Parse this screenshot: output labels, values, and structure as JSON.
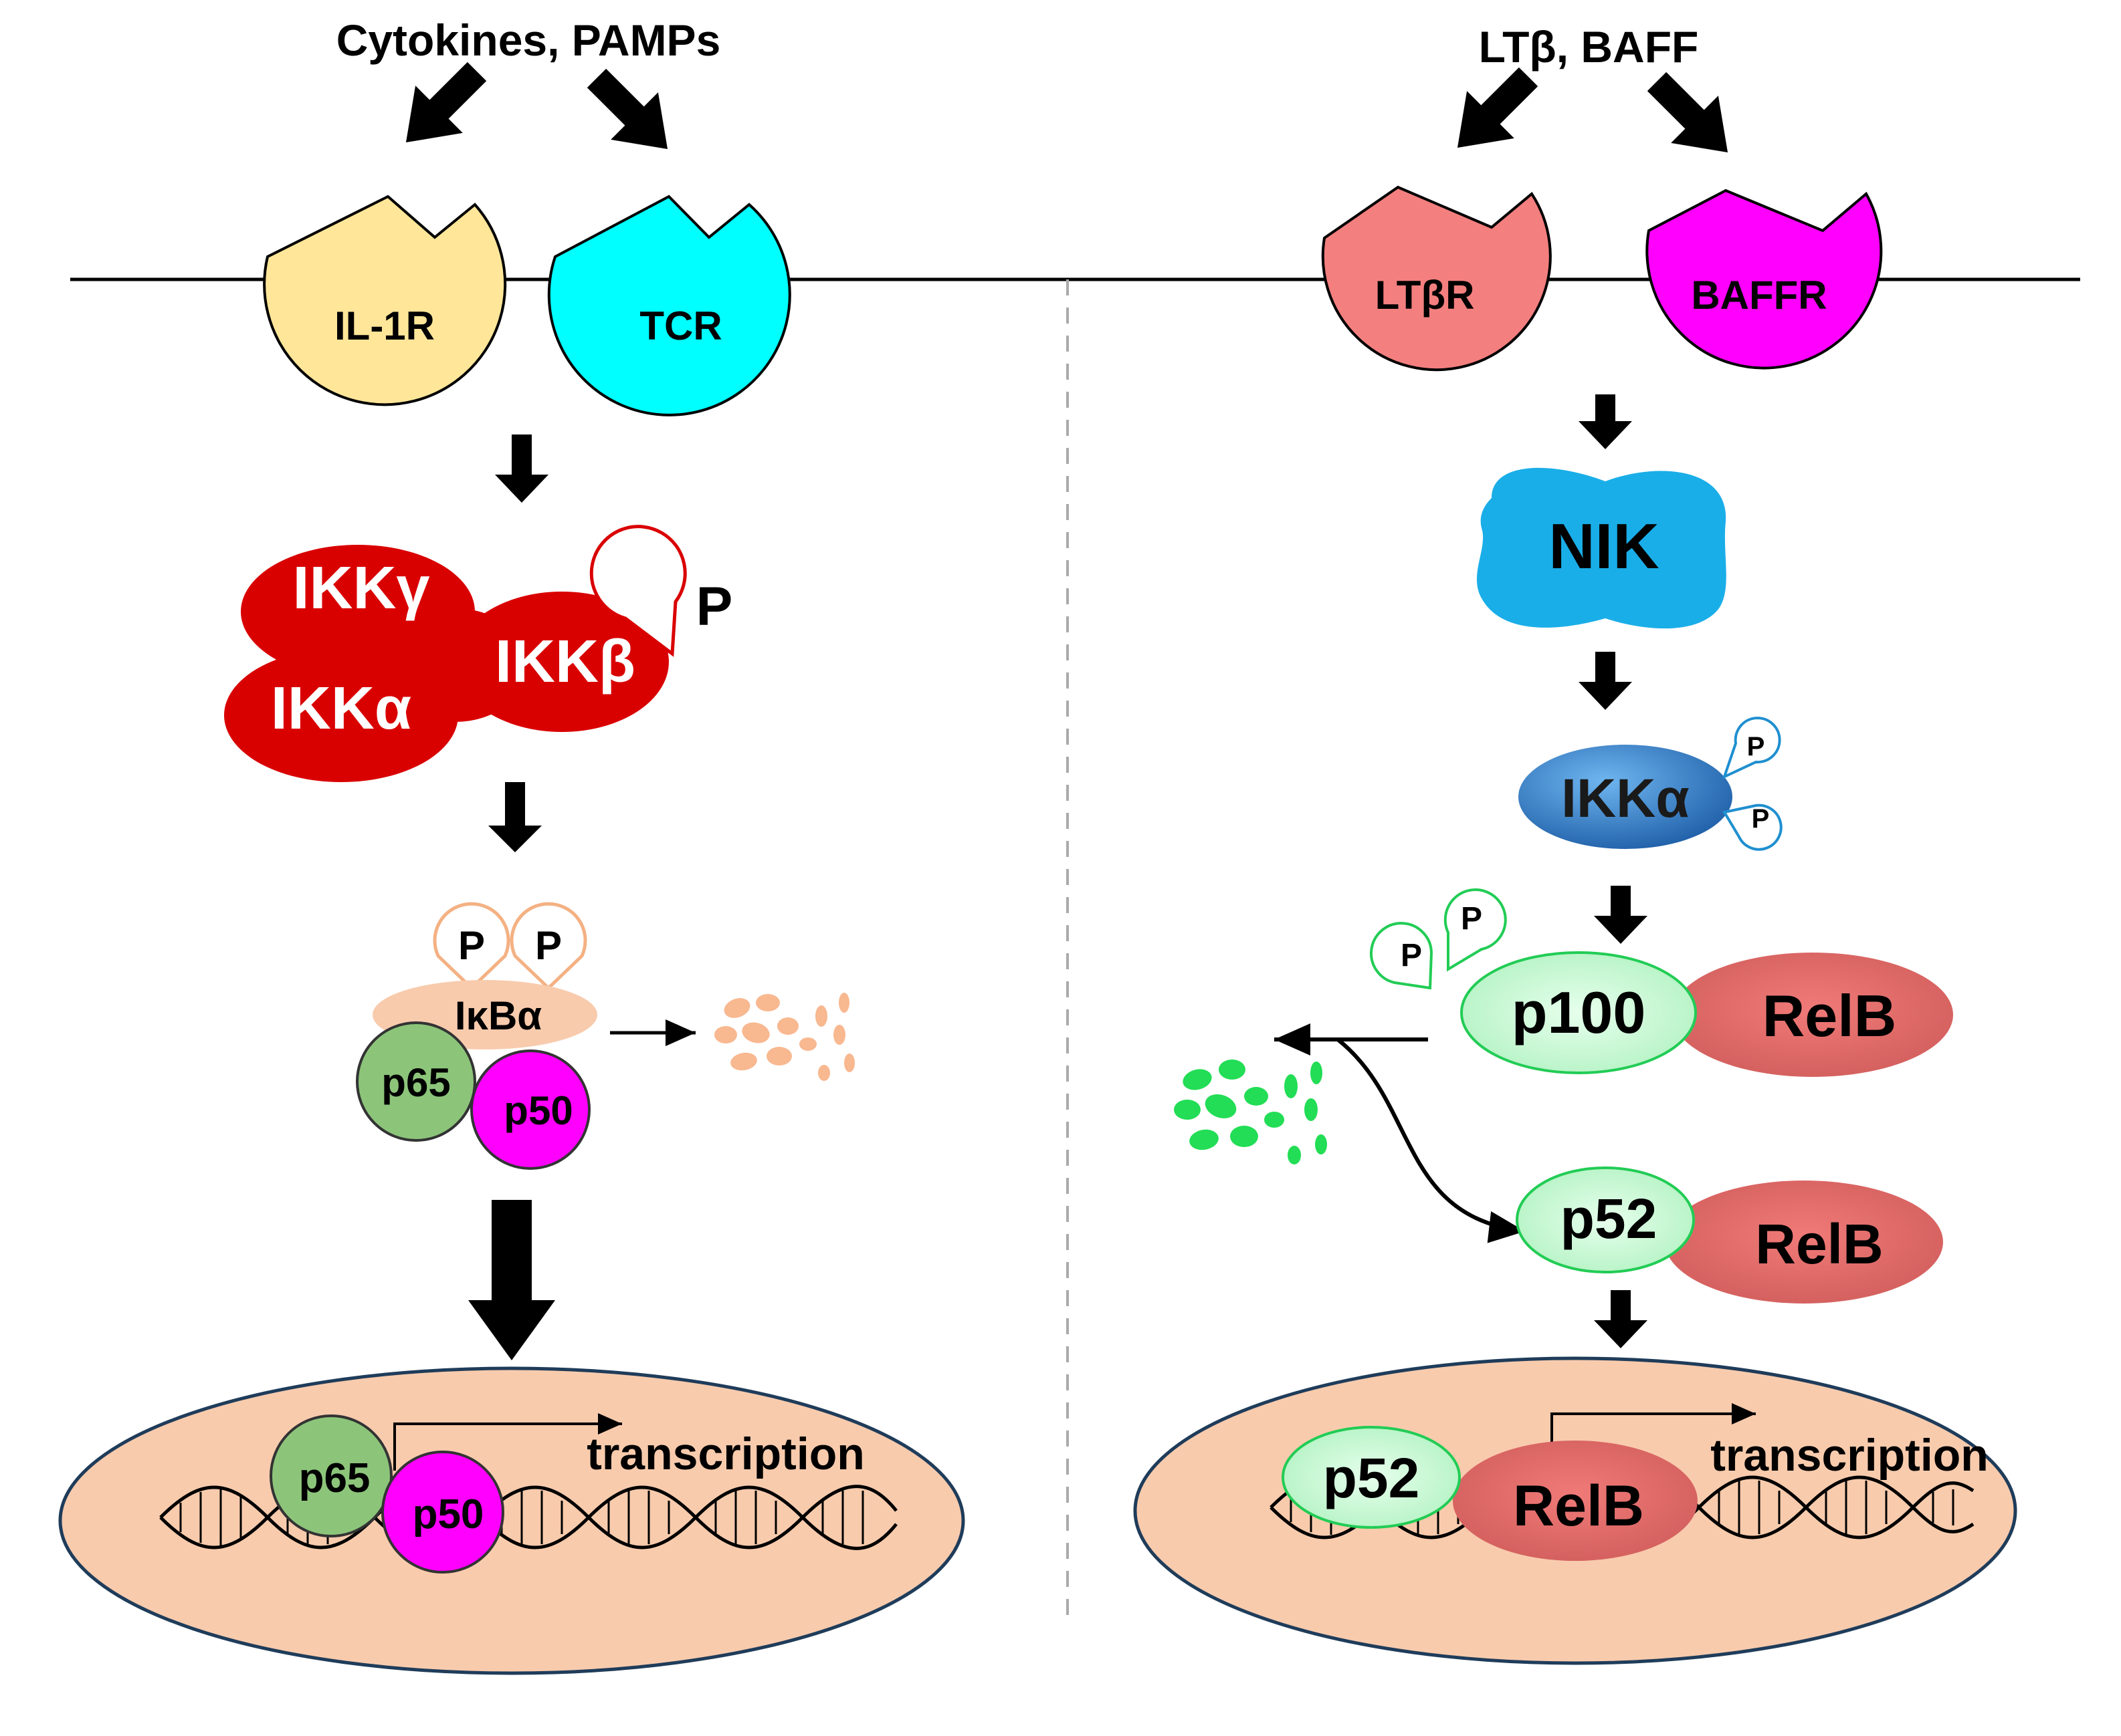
{
  "left_pathway": {
    "stimulus_label": "Cytokines, PAMPs",
    "receptors": [
      {
        "label": "IL-1R",
        "color": "#FFE699"
      },
      {
        "label": "TCR",
        "color": "#00FFFF"
      }
    ],
    "ikk_complex": {
      "gamma": "IKKγ",
      "alpha": "IKKα",
      "beta": "IKKβ",
      "phospho": "P",
      "color": "#D90000"
    },
    "inhibitor": {
      "label": "IκBα",
      "phospho": [
        "P",
        "P"
      ],
      "color": "#F8CBAD"
    },
    "dimer": {
      "p65": "p65",
      "p50": "p50",
      "p65_color": "#8CC57A",
      "p50_color": "#FF00FF"
    },
    "transcription_label": "transcription"
  },
  "right_pathway": {
    "stimulus_label": "LTβ, BAFF",
    "receptors": [
      {
        "label": "LTβR",
        "color": "#F47F7F"
      },
      {
        "label": "BAFFR",
        "color": "#FF00FF"
      }
    ],
    "kinase": {
      "label": "NIK",
      "color": "#1AAEE8"
    },
    "ikk": {
      "label": "IKKα",
      "phospho": [
        "P",
        "P"
      ],
      "color": "#1F6FBF"
    },
    "precursor": {
      "p100": "p100",
      "relb": "RelB",
      "phospho": [
        "P",
        "P"
      ]
    },
    "processed": {
      "p52": "p52",
      "relb": "RelB"
    },
    "nuclear": {
      "p52": "p52",
      "relb": "RelB"
    },
    "transcription_label": "transcription",
    "p_color": "#B6F5C4",
    "relb_color": "#E8706E"
  },
  "colors": {
    "nucleus_fill": "#F8CBAD",
    "nucleus_stroke": "#1F3C5A",
    "arrow": "#000000",
    "fragments_left": "#F8B890",
    "fragments_right": "#22DD55"
  }
}
